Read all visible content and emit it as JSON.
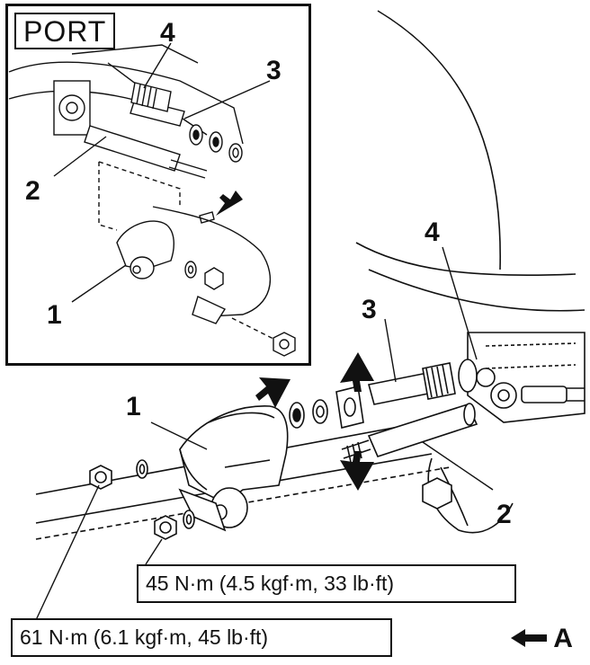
{
  "inset": {
    "label": "PORT",
    "callouts": [
      "1",
      "2",
      "3",
      "4"
    ]
  },
  "main": {
    "callouts": [
      "1",
      "2",
      "3",
      "4"
    ]
  },
  "torque": {
    "upper": "45 N·m (4.5 kgf·m, 33 lb·ft)",
    "lower": "61 N·m (6.1 kgf·m, 45 lb·ft)"
  },
  "view": {
    "label": "A"
  },
  "colors": {
    "ink": "#111111",
    "paper": "#ffffff",
    "shade": "#bdbdbd"
  }
}
